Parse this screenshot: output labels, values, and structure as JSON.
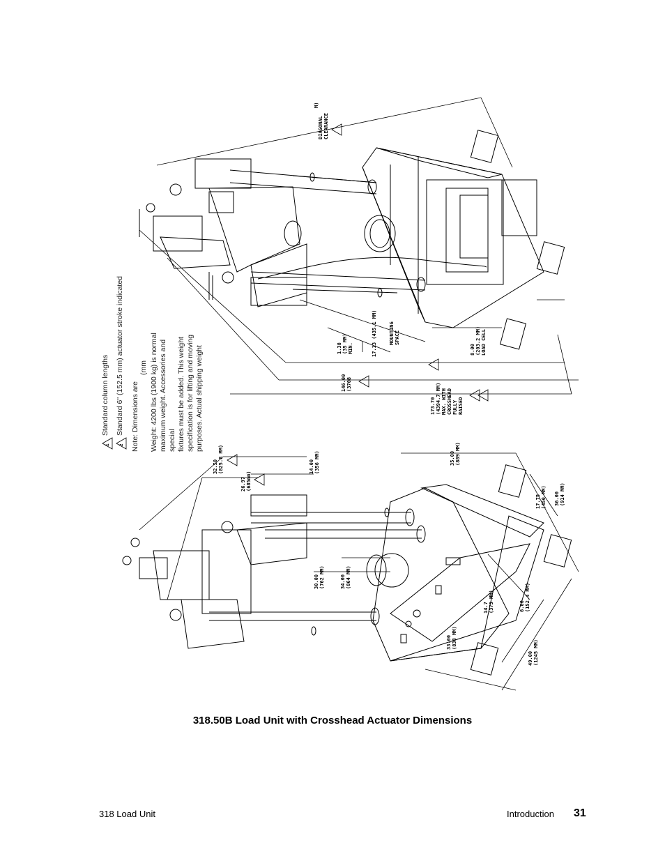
{
  "notes": {
    "note1": "Standard column lengths",
    "note2": "Standard 6\" (152.5 mm) actuator stroke indicated",
    "note3_a": "Note: Dimensions are",
    "note3_b": "(mm",
    "weight_lines": [
      "Weight:  4200 lbs (1900 kg) is normal",
      "maximum weight.  Accessories and",
      "special",
      "fixtures must be added.  This weight",
      "specification is for lifting and moving",
      "purposes. Actual shipping weight"
    ],
    "marker1": "1",
    "marker2": "2"
  },
  "left_view_dims": {
    "d1": [
      "32.50",
      "(825.8 MM)"
    ],
    "d2": [
      "26.97",
      "(685mm)"
    ],
    "d3": [
      "14.00",
      "(356 MM)"
    ],
    "d4": [
      "35.00",
      "(889 MM)"
    ],
    "d5": [
      "30.00",
      "(762 MM)"
    ],
    "d6": [
      "34.00",
      "(864 MM)"
    ],
    "d7": [
      "17.75",
      "(450 MM)"
    ],
    "d8": [
      "36.00",
      "(914 MM)"
    ],
    "d9": [
      "14.7",
      "(373 MM)"
    ],
    "d10": [
      "6.00",
      "(152.4 MM)"
    ],
    "d11": [
      "33.00",
      "(838 MM)"
    ],
    "d12": [
      "49.00",
      "(1245 MM)"
    ]
  },
  "right_view_dims": {
    "diag": [
      "DIAGONAL",
      "CLEARANCE"
    ],
    "diag_unit": "M)",
    "r1": [
      "1.38",
      "(35 MM)",
      "MIN."
    ],
    "r2": "17.13 (435.1 MM)",
    "r3": [
      "MOUNTING",
      "SPACE"
    ],
    "r4": [
      "8.00",
      "(203.2 MM)",
      "LOAD CELL"
    ],
    "r5": [
      "146.00",
      "(3708"
    ],
    "r6": [
      "173.70",
      "(4394.7 MM)",
      "MAX. WITH",
      "CROSSHEAD",
      "FULLY",
      "RAISED"
    ]
  },
  "caption": "318.50B Load Unit with Crosshead Actuator Dimensions",
  "footer": {
    "left": "318 Load Unit",
    "section": "Introduction",
    "page": "31"
  }
}
